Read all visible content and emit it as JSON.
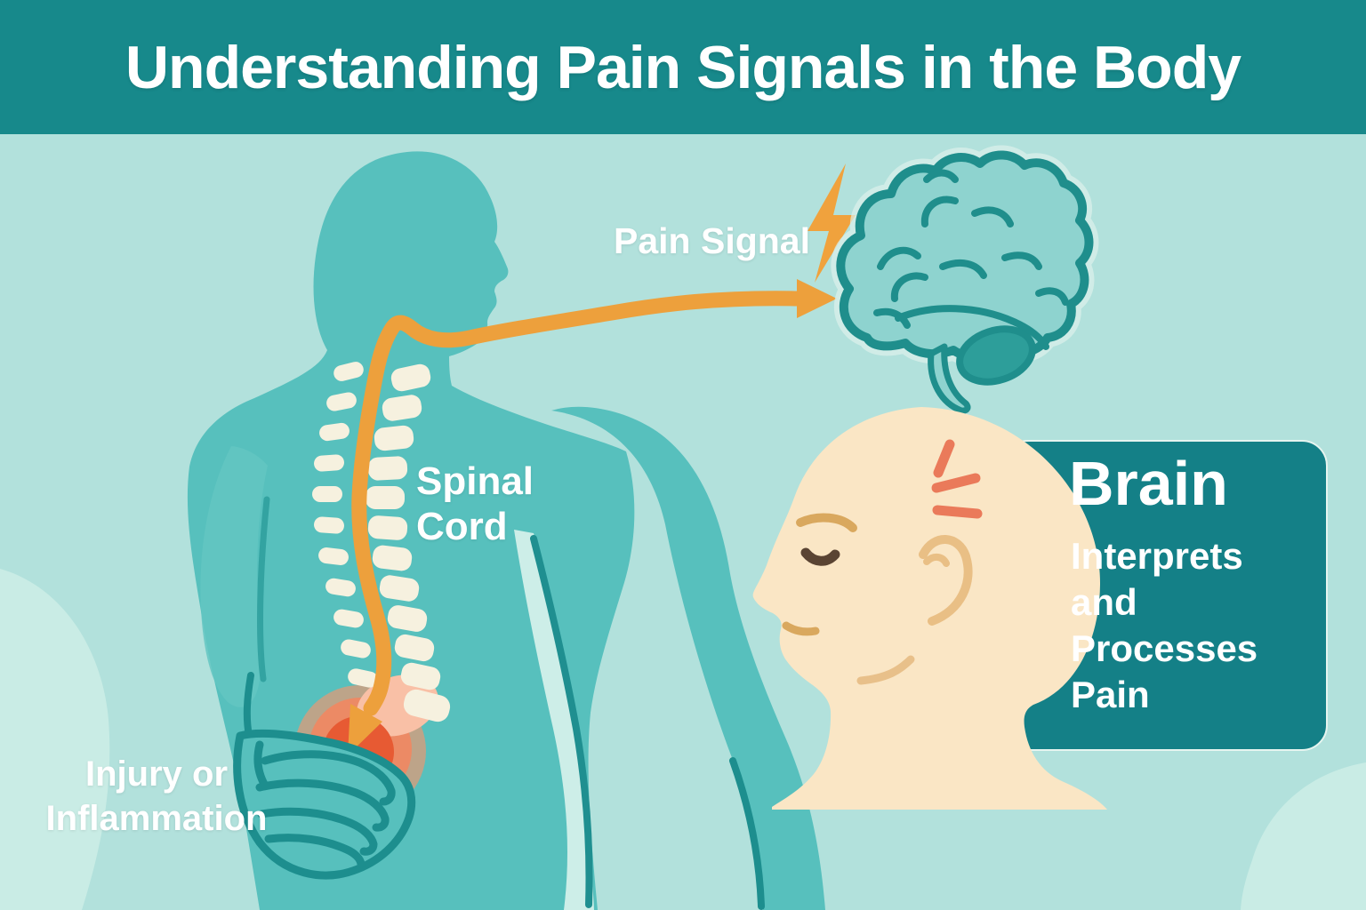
{
  "header": {
    "title": "Understanding Pain Signals in the Body"
  },
  "diagram": {
    "labels": {
      "pain_signal": "Pain Signal",
      "spinal_cord": "Spinal\nCord",
      "injury": "Injury or\nInflammation"
    },
    "brain_box": {
      "title": "Brain",
      "description": "Interprets\nand\nProcesses\nPain"
    },
    "icons": [
      "lightning-bolt-icon",
      "pain-signal-arrow-icon",
      "injury-arrow-icon",
      "brain-icon",
      "spine-icon",
      "injury-spot-icon"
    ],
    "colors": {
      "header_teal": "#17898b",
      "background": "#b2e1dc",
      "background_light": "#c9ece5",
      "body_teal": "#57c0bd",
      "outline_teal": "#1d8e8e",
      "signal_orange": "#eda03c",
      "spine_cream": "#f6f1df",
      "injury_outer_tan": "#bda489",
      "injury_mid_salmon": "#ec8a65",
      "injury_inner_red": "#e75a33",
      "injury_glow_peach": "#f9c0a6",
      "brain_fill": "#8ed3cf",
      "brain_dark": "#2d9e9a",
      "box_teal": "#117f86",
      "skin_cream": "#fae6c5",
      "face_line_tan": "#d9a85e",
      "eye_brown": "#5a4433",
      "pain_mark_red": "#ea7a5a",
      "label_white": "#ffffff"
    }
  }
}
